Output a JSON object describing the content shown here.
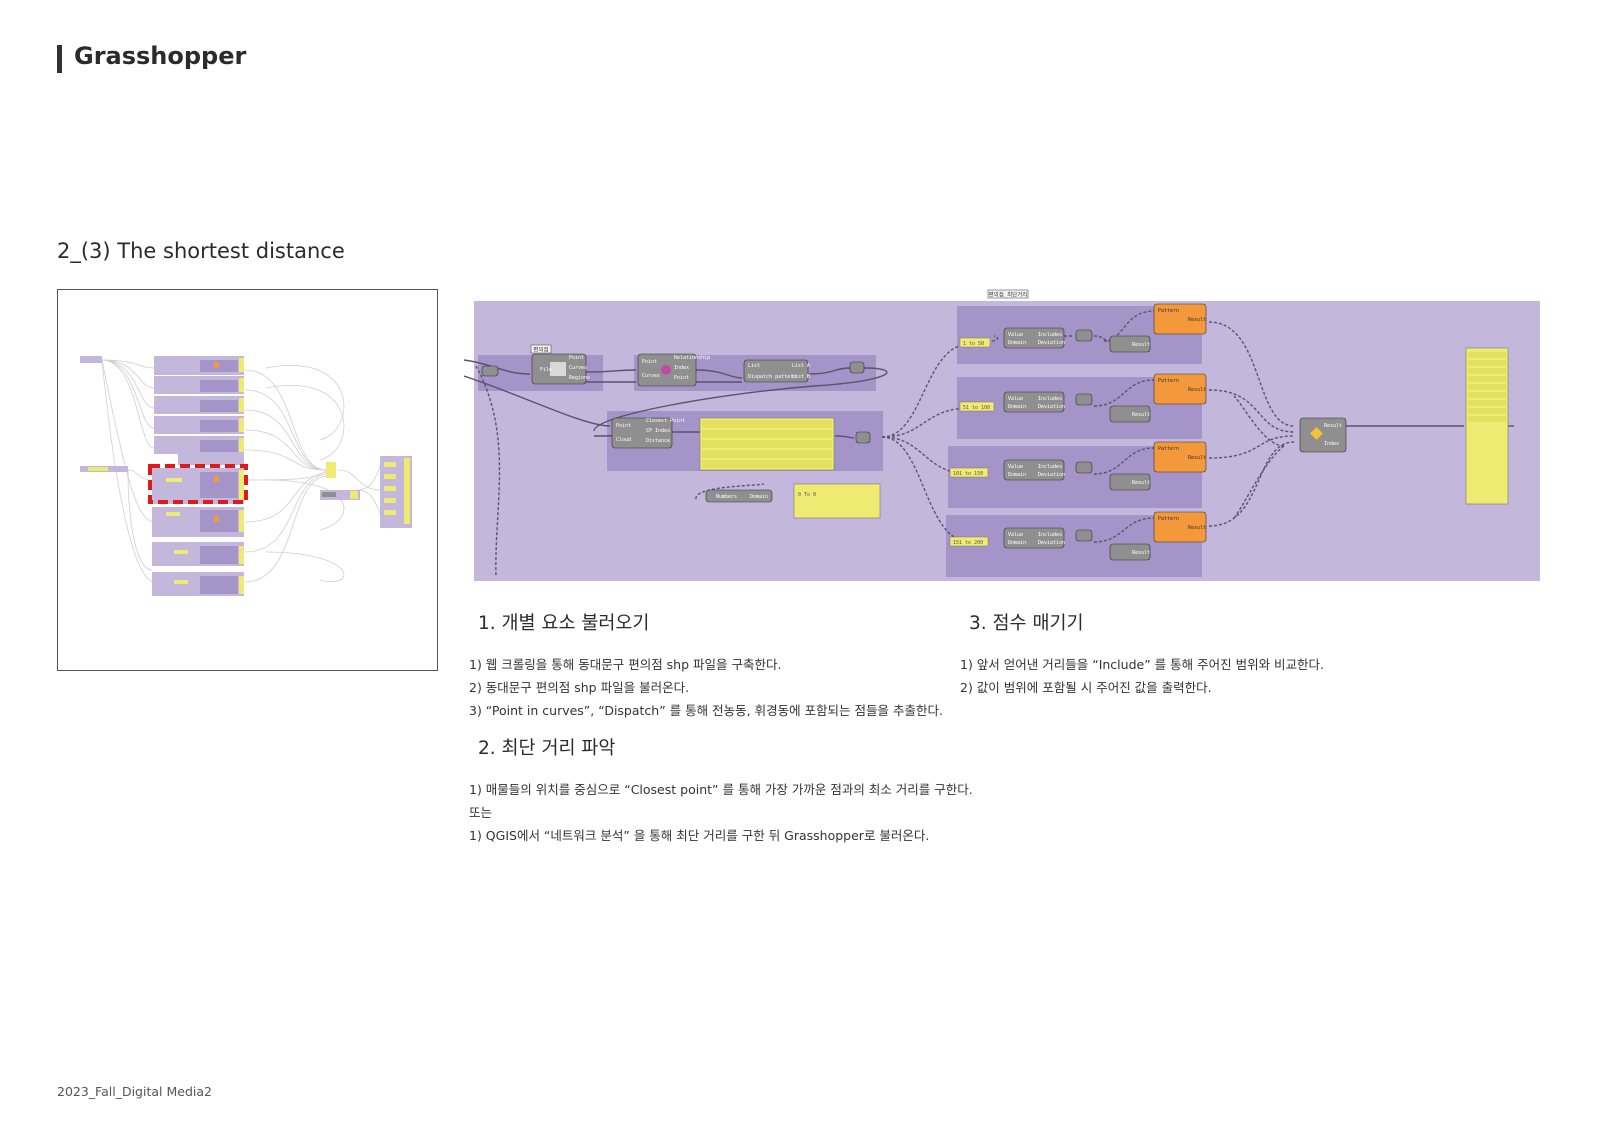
{
  "header": {
    "title": "Grasshopper"
  },
  "section": {
    "title": "2_(3) The shortest distance"
  },
  "step1": {
    "heading": "1. 개별 요소 불러오기",
    "lines": [
      "1) 웹 크롤링을 통해 동대문구 편의점 shp 파일을 구축한다.",
      "2) 동대문구 편의점 shp 파일을 불러온다.",
      "3) “Point in curves”, “Dispatch” 를 통해 전농동, 휘경동에 포함되는 점들을 추출한다."
    ]
  },
  "step2": {
    "heading": "2. 최단 거리 파악",
    "lines": [
      "1) 매물들의 위치를 중심으로 “Closest point” 를 통해 가장 가까운 점과의 최소 거리를 구한다.",
      "또는",
      "1) QGIS에서 “네트워크 분석” 을 통해 최단 거리를 구한 뒤 Grasshopper로 불러온다."
    ]
  },
  "step3": {
    "heading": "3. 점수 매기기",
    "lines": [
      "1) 앞서 얻어낸 거리들을 “Include” 를 통해 주어진 범위와 비교한다.",
      "2) 값이 범위에 포함될 시 주어진 값을 출력한다."
    ]
  },
  "footer": {
    "text": "2023_Fall_Digital Media2"
  },
  "canvas": {
    "colors": {
      "group_bg": "#c3b7dc",
      "subgroup_bg": "#a494c8",
      "component": "#8f8f8f",
      "panel_yellow": "#eeea72",
      "pattern_orange": "#f3993b",
      "wire": "#5b5270"
    },
    "labels": {
      "group_tag_top": "편의점_최단거리",
      "group_tag_left": "편의점",
      "point": "Point",
      "curves": "Curves",
      "regions": "Regions",
      "file": "File",
      "relationship": "Relationship",
      "index": "Index",
      "list": "List",
      "list_a": "List A",
      "list_b": "List B",
      "dispatch_pattern": "Dispatch pattern",
      "cloud": "Cloud",
      "closest_point": "Closest Point",
      "cp_index": "CP Index",
      "distance": "Distance",
      "numbers": "Numbers",
      "domain": "Domain",
      "value": "Value",
      "includes": "Includes",
      "deviation": "Deviation",
      "pattern": "Pattern",
      "result": "Result",
      "range_1": "1 to 50",
      "range_2": "51 to 100",
      "range_3": "101 to 150",
      "range_4": "151 to 200",
      "panel_domain": "0 To 0"
    }
  }
}
